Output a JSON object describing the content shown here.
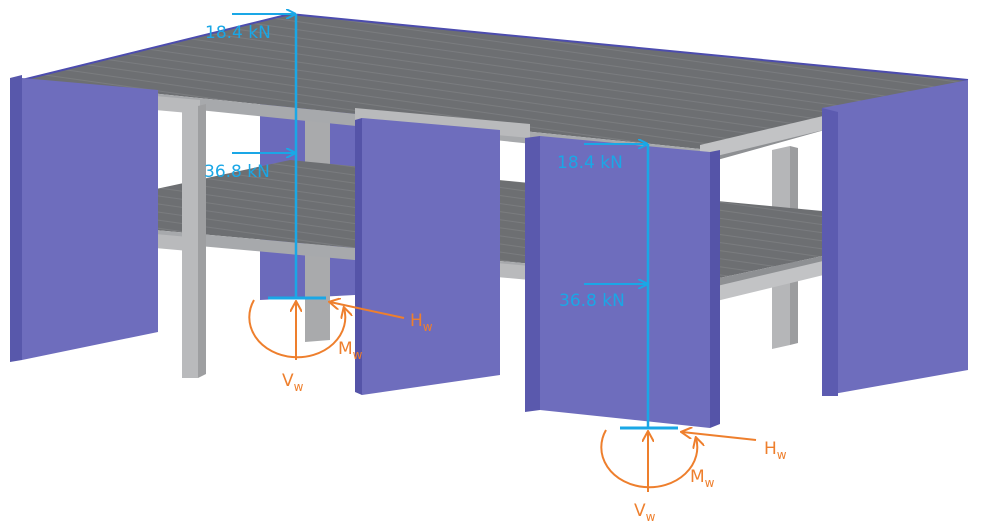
{
  "colors": {
    "wall_fill": "#6e6dbd",
    "wall_side": "#5554a8",
    "slab_top": "#6b6d70",
    "slab_edge": "#a5a7aa",
    "column": "#b7b8ba",
    "load_color": "#1aa7e6",
    "reaction_color": "#ee7f2d"
  },
  "loads": {
    "left_wall": {
      "roof": "18.4 kN",
      "floor": "36.8 kN"
    },
    "right_wall": {
      "roof": "18.4 kN",
      "floor": "36.8 kN"
    }
  },
  "reactions": {
    "left_wall": {
      "horizontal": "H",
      "horizontal_sub": "w",
      "moment": "M",
      "moment_sub": "w",
      "vertical": "V",
      "vertical_sub": "w"
    },
    "right_wall": {
      "horizontal": "H",
      "horizontal_sub": "w",
      "moment": "M",
      "moment_sub": "w",
      "vertical": "V",
      "vertical_sub": "w"
    }
  }
}
